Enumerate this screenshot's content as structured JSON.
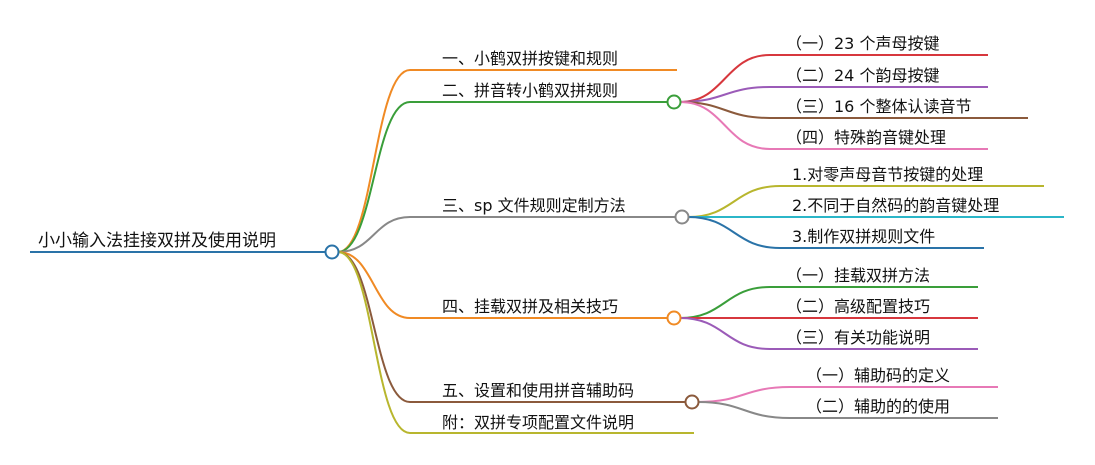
{
  "mindmap": {
    "root": "小小输入法挂接双拼及使用说明",
    "branches": [
      {
        "label": "一、小鹤双拼按键和规则",
        "color": "#f08a24",
        "children": []
      },
      {
        "label": "二、拼音转小鹤双拼规则",
        "color": "#3a9e3a",
        "children": [
          {
            "label": "（一）23 个声母按键",
            "color": "#d7373d"
          },
          {
            "label": "（二）24 个韵母按键",
            "color": "#9b5bb8"
          },
          {
            "label": "（三）16 个整体认读音节",
            "color": "#8b5a3c"
          },
          {
            "label": "（四）特殊韵音键处理",
            "color": "#e779b6"
          }
        ]
      },
      {
        "label": "三、sp 文件规则定制方法",
        "color": "#888888",
        "children": [
          {
            "label": "1.对零声母音节按键的处理",
            "color": "#b8b62e"
          },
          {
            "label": "2.不同于自然码的韵音键处理",
            "color": "#2bb6c8"
          },
          {
            "label": "3.制作双拼规则文件",
            "color": "#2a73a8"
          }
        ]
      },
      {
        "label": "四、挂载双拼及相关技巧",
        "color": "#f08a24",
        "children": [
          {
            "label": "（一）挂载双拼方法",
            "color": "#3a9e3a"
          },
          {
            "label": "（二）高级配置技巧",
            "color": "#d7373d"
          },
          {
            "label": "（三）有关功能说明",
            "color": "#9b5bb8"
          }
        ]
      },
      {
        "label": "五、设置和使用拼音辅助码",
        "color": "#8b5a3c",
        "children": [
          {
            "label": "（一）辅助码的定义",
            "color": "#e779b6"
          },
          {
            "label": "（二）辅助的的使用",
            "color": "#888888"
          }
        ]
      },
      {
        "label": "附：双拼专项配置文件说明",
        "color": "#b8b62e",
        "children": []
      }
    ],
    "root_color": "#2a73a8"
  }
}
